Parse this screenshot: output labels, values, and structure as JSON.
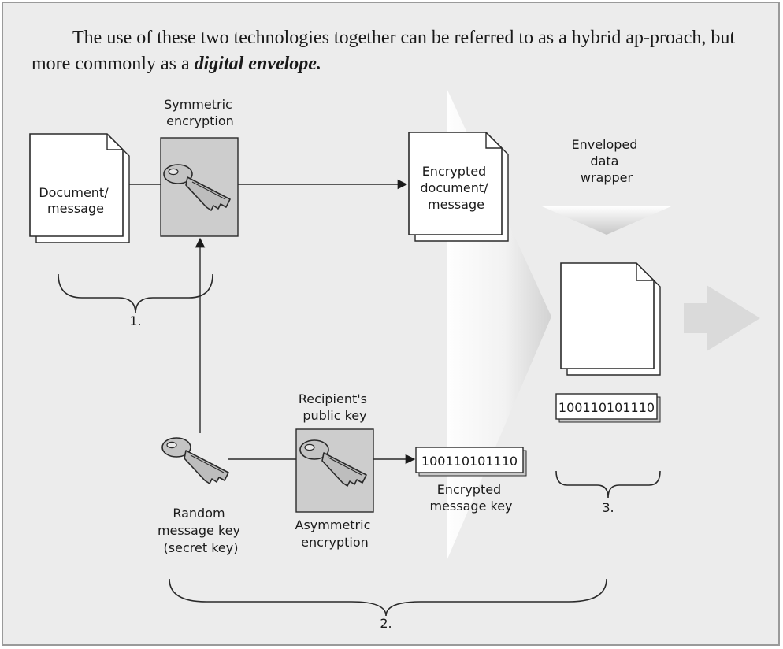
{
  "intro": {
    "text_part1": "The use of these two technologies together can be referred to as a hybrid ap-proach, but more commonly as a ",
    "term": "digital envelope."
  },
  "diagram": {
    "symmetric_label": [
      "Symmetric",
      "encryption"
    ],
    "document_label": [
      "Document/",
      "message"
    ],
    "encrypted_doc_label": [
      "Encrypted",
      "document/",
      "message"
    ],
    "enveloped_label": [
      "Enveloped",
      "data",
      "wrapper"
    ],
    "recipient_label": [
      "Recipient's",
      "public key"
    ],
    "random_key_label": [
      "Random",
      "message key",
      "(secret key)"
    ],
    "asymmetric_label": [
      "Asymmetric",
      "encryption"
    ],
    "encrypted_key_label": [
      "Encrypted",
      "message key"
    ],
    "binary_value": "100110101110",
    "step1": "1.",
    "step2": "2.",
    "step3": "3."
  }
}
